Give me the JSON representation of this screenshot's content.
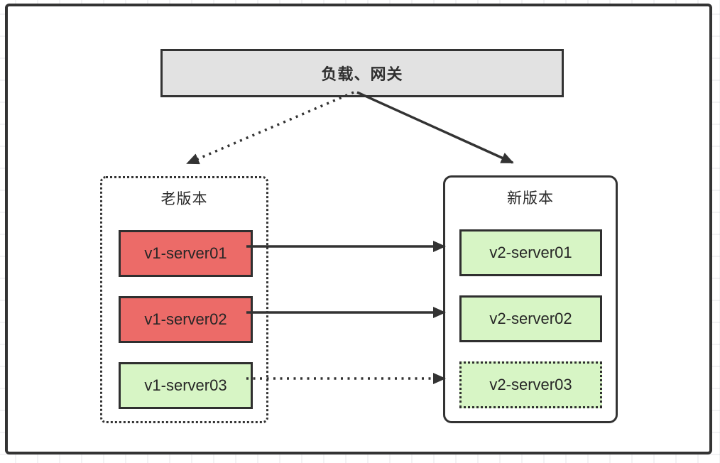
{
  "diagram": {
    "gateway": {
      "label": "负载、网关"
    },
    "old_group": {
      "title": "老版本",
      "servers": [
        {
          "label": "v1-server01",
          "state": "active"
        },
        {
          "label": "v1-server02",
          "state": "active"
        },
        {
          "label": "v1-server03",
          "state": "drained"
        }
      ]
    },
    "new_group": {
      "title": "新版本",
      "servers": [
        {
          "label": "v2-server01",
          "state": "live"
        },
        {
          "label": "v2-server02",
          "state": "live"
        },
        {
          "label": "v2-server03",
          "state": "pending"
        }
      ]
    },
    "edges": [
      {
        "from": "gateway",
        "to": "old-version-group",
        "style": "dotted-arrow"
      },
      {
        "from": "gateway",
        "to": "new-version-group",
        "style": "solid-arrow"
      },
      {
        "from": "v1-server01",
        "to": "v2-server01",
        "style": "solid-arrow"
      },
      {
        "from": "v1-server02",
        "to": "v2-server02",
        "style": "solid-arrow"
      },
      {
        "from": "v1-server03",
        "to": "v2-server03",
        "style": "dotted-arrow"
      }
    ],
    "colors": {
      "stroke": "#333333",
      "gateway_fill": "#e2e2e2",
      "old_server_fill": "#ec6b68",
      "new_server_fill": "#d7f5c5",
      "canvas": "#ffffff"
    }
  }
}
